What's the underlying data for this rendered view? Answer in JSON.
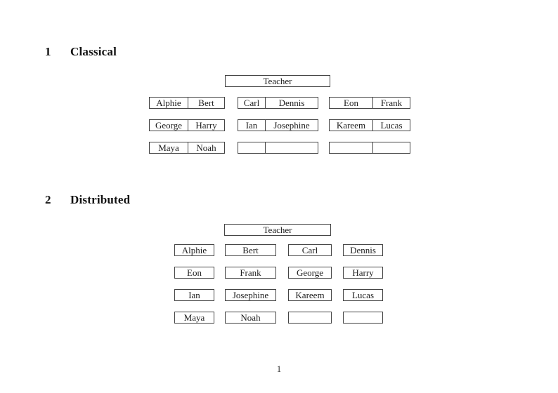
{
  "page": {
    "page_number": "1"
  },
  "sections": {
    "classical": {
      "number": "1",
      "title": "Classical",
      "teacher_label": "Teacher",
      "rows": [
        [
          {
            "left": "Alphie",
            "right": "Bert"
          },
          {
            "left": "Carl",
            "right": "Dennis"
          },
          {
            "left": "Eon",
            "right": "Frank"
          }
        ],
        [
          {
            "left": "George",
            "right": "Harry"
          },
          {
            "left": "Ian",
            "right": "Josephine"
          },
          {
            "left": "Kareem",
            "right": "Lucas"
          }
        ],
        [
          {
            "left": "Maya",
            "right": "Noah"
          },
          {
            "left": "",
            "right": ""
          },
          {
            "left": "",
            "right": ""
          }
        ]
      ]
    },
    "distributed": {
      "number": "2",
      "title": "Distributed",
      "teacher_label": "Teacher",
      "rows": [
        [
          "Alphie",
          "Bert",
          "Carl",
          "Dennis"
        ],
        [
          "Eon",
          "Frank",
          "George",
          "Harry"
        ],
        [
          "Ian",
          "Josephine",
          "Kareem",
          "Lucas"
        ],
        [
          "Maya",
          "Noah",
          "",
          ""
        ]
      ]
    }
  }
}
